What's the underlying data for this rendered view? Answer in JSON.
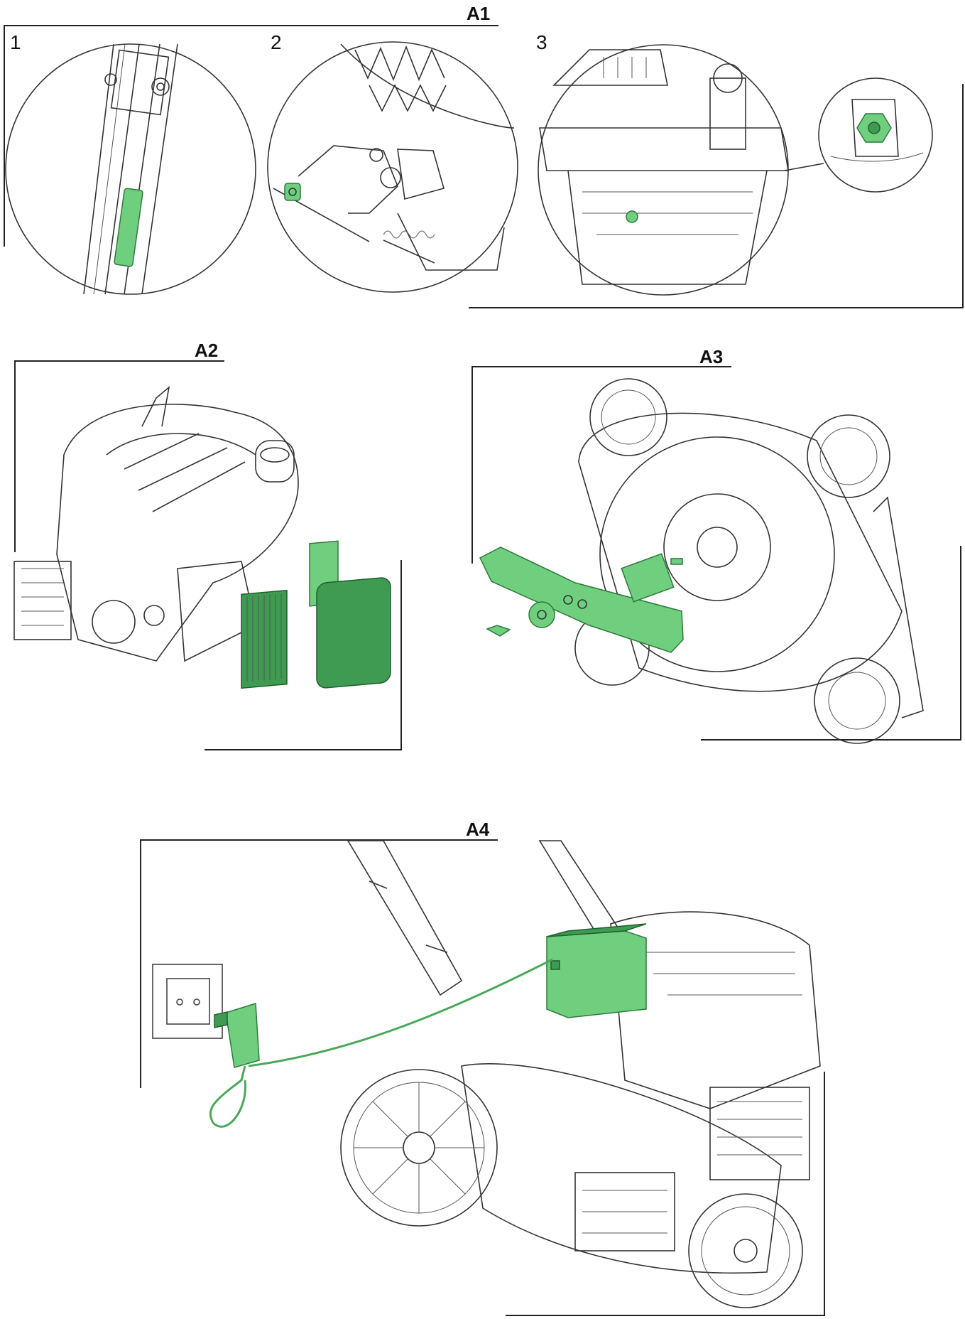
{
  "sections": {
    "a1": {
      "label": "A1",
      "steps": [
        "1",
        "2",
        "3"
      ]
    },
    "a2": {
      "label": "A2"
    },
    "a3": {
      "label": "A3"
    },
    "a4": {
      "label": "A4"
    }
  },
  "colors": {
    "highlight": "#6fcf7f",
    "highlight_dark": "#3f9b52",
    "line_art": "#333333"
  }
}
